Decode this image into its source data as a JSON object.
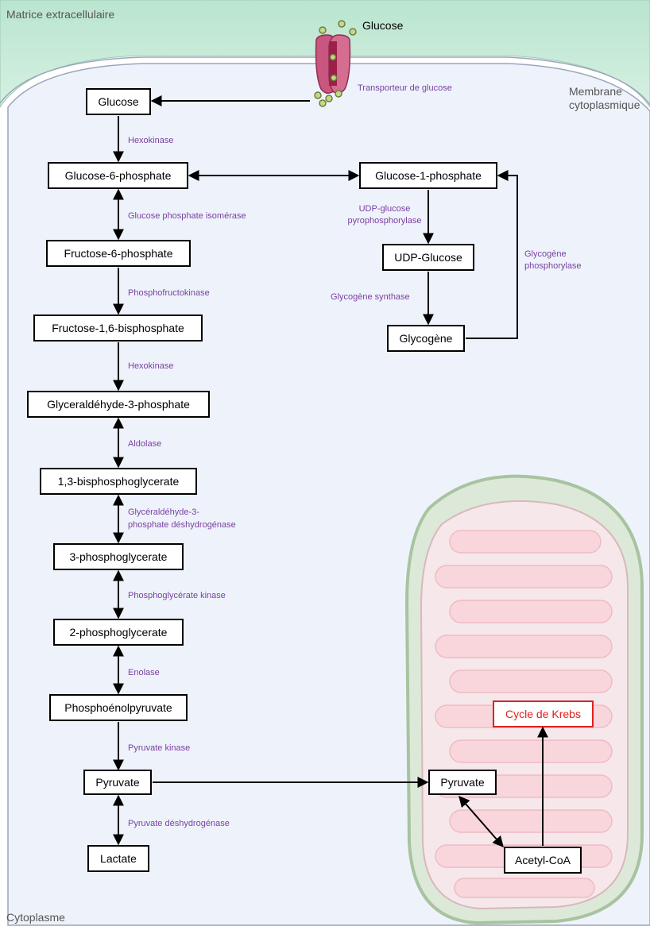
{
  "regions": {
    "extracellular": "Matrice extracellulaire",
    "membrane_line1": "Membrane",
    "membrane_line2": "cytoplasmique",
    "cytoplasm": "Cytoplasme"
  },
  "transporter": {
    "glucose_label": "Glucose",
    "label": "Transporteur de glucose"
  },
  "nodes": {
    "glucose": "Glucose",
    "g6p": "Glucose-6-phosphate",
    "f6p": "Fructose-6-phosphate",
    "f16bp": "Fructose-1,6-bisphosphate",
    "g3p": "Glyceraldéhyde-3-phosphate",
    "bpg13": "1,3-bisphosphoglycerate",
    "pg3": "3-phosphoglycerate",
    "pg2": "2-phosphoglycerate",
    "pep": "Phosphoénolpyruvate",
    "pyruvate": "Pyruvate",
    "lactate": "Lactate",
    "g1p": "Glucose-1-phosphate",
    "udpg": "UDP-Glucose",
    "glycogen": "Glycogène",
    "pyruvate_mito": "Pyruvate",
    "acetylcoa": "Acetyl-CoA",
    "krebs": "Cycle de Krebs"
  },
  "enzymes": {
    "hexokinase1": "Hexokinase",
    "gpi": "Glucose phosphate isomérase",
    "pfk": "Phosphofructokinase",
    "hexokinase2": "Hexokinase",
    "aldolase": "Aldolase",
    "gapdh_line1": "Glycéraldéhyde-3-",
    "gapdh_line2": "phosphate déshydrogénase",
    "pgk": "Phosphoglycérate kinase",
    "enolase": "Enolase",
    "pk": "Pyruvate kinase",
    "pdh": "Pyruvate déshydrogénase",
    "ugp_line1": "UDP-glucose",
    "ugp_line2": "pyrophosphorylase",
    "gs": "Glycogène synthase",
    "gp_line1": "Glycogène",
    "gp_line2": "phosphorylase"
  },
  "colors": {
    "enzyme_text": "#7a3fa0",
    "membrane": "#c8ead8",
    "cytoplasm": "#eef3fb",
    "mito_outer": "#dde9d8",
    "mito_cristae": "#f9d6dc",
    "krebs": "#e02020"
  },
  "icons": [
    "glucose-transporter-icon",
    "glucose-molecule-icon",
    "mitochondrion-icon"
  ]
}
